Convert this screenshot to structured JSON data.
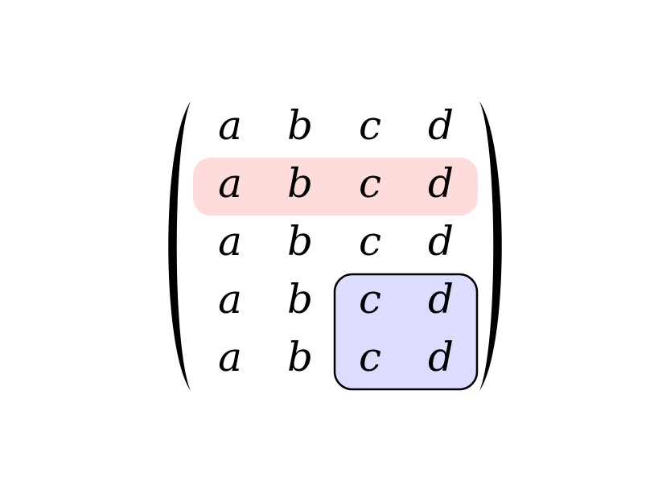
{
  "matrix": {
    "rows": [
      [
        "a",
        "b",
        "c",
        "d"
      ],
      [
        "a",
        "b",
        "c",
        "d"
      ],
      [
        "a",
        "b",
        "c",
        "d"
      ],
      [
        "a",
        "b",
        "c",
        "d"
      ],
      [
        "a",
        "b",
        "c",
        "d"
      ]
    ],
    "highlights": {
      "row": {
        "row": 2,
        "color": "#ffdcdc"
      },
      "block": {
        "rows": [
          4,
          5
        ],
        "cols": [
          3,
          4
        ],
        "color": "#dcdcff",
        "border": "#000000"
      }
    }
  }
}
